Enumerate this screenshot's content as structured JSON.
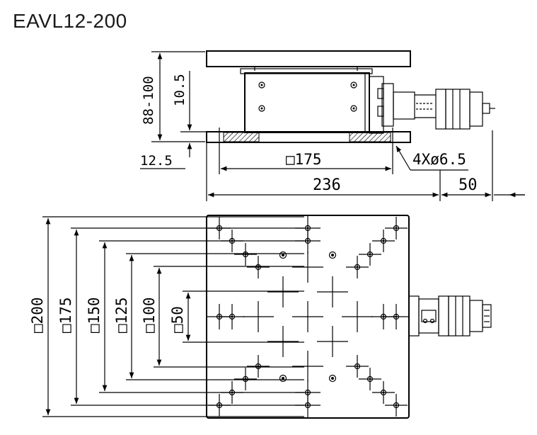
{
  "title": "EAVL12-200",
  "side_view": {
    "height_range": "88-100",
    "top_offset": "10.5",
    "base_thickness": "12.5",
    "hole_spacing": "□175",
    "hole_callout": "4Xø6.5",
    "length": "236",
    "motor_extension": "50"
  },
  "top_view": {
    "table_size": "□200",
    "grid_175": "□175",
    "grid_150": "□150",
    "grid_125": "□125",
    "grid_100": "□100",
    "grid_50": "□50"
  }
}
